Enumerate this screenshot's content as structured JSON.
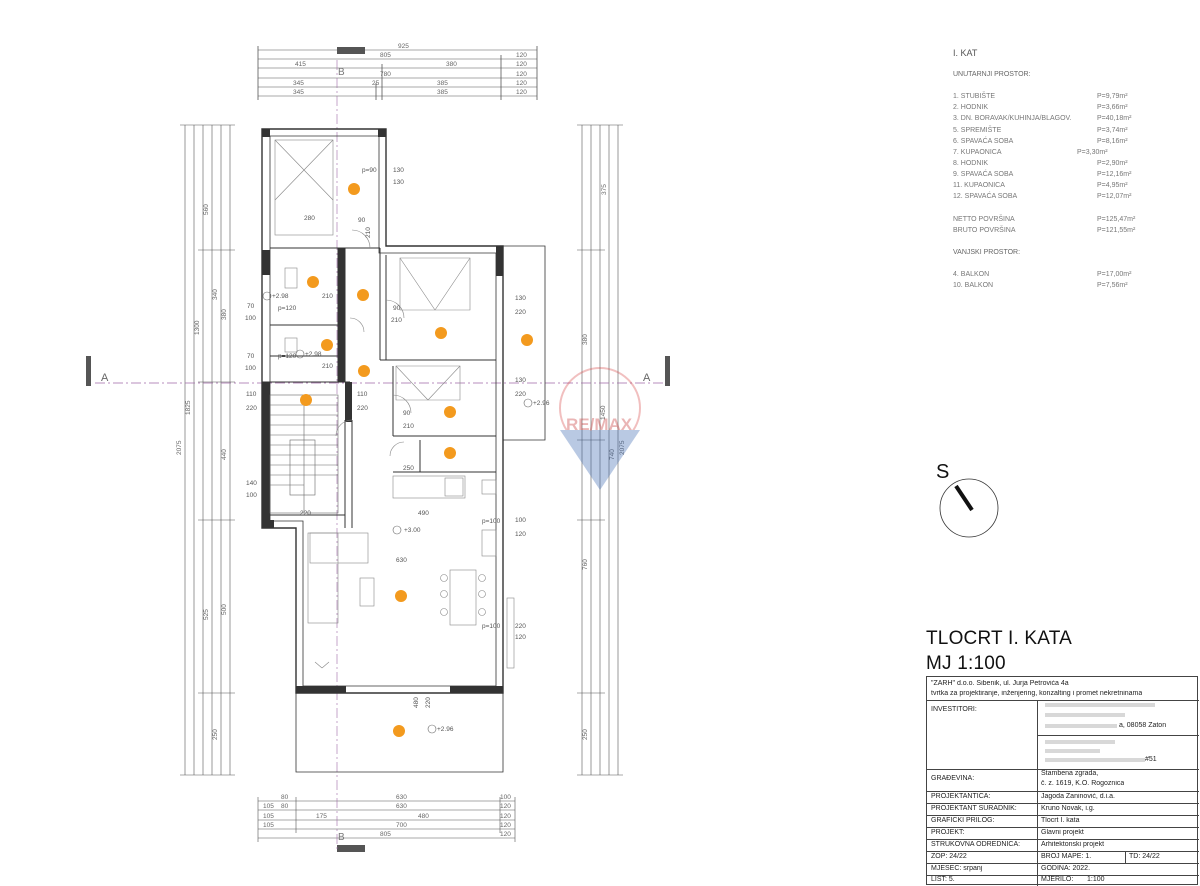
{
  "plan": {
    "section_left": "A",
    "section_right": "A",
    "section_top": "B",
    "section_bottom": "B",
    "top_dims": {
      "row1": [
        "925"
      ],
      "row2": [
        "805",
        "120"
      ],
      "row3": [
        "415",
        "380",
        "120"
      ],
      "row4": [
        "780",
        "120"
      ],
      "row5": [
        "345",
        "25",
        "385",
        "120"
      ],
      "row6": [
        "345",
        "385",
        "120"
      ]
    },
    "bottom_dims": {
      "row1": [
        "80",
        "630",
        "100"
      ],
      "row2": [
        "105",
        "80",
        "630",
        "120"
      ],
      "row3": [
        "105",
        "175",
        "480",
        "120"
      ],
      "row4": [
        "105",
        "700",
        "120"
      ],
      "row5": [
        "805",
        "120"
      ]
    },
    "left_dims": [
      "560",
      "1300",
      "1825",
      "2075",
      "525",
      "340",
      "380",
      "440",
      "500",
      "250"
    ],
    "right_dims": [
      "375",
      "380",
      "1450",
      "2075",
      "740",
      "760",
      "250"
    ],
    "labels": {
      "door_p90": "p=90",
      "d130a": "130",
      "d130b": "130",
      "d280": "280",
      "d90a": "90",
      "d210a": "210",
      "d70a": "70",
      "d100a": "100",
      "d70b": "70",
      "d100b": "100",
      "p120a": "p=120",
      "p120b": "p=120",
      "lev298a": "+2.98",
      "lev298b": "+2.98",
      "d210b": "210",
      "d210c": "210",
      "d90b": "90",
      "d210d": "210",
      "d130c": "130",
      "d220a": "220",
      "d110a": "110",
      "d220b": "220",
      "d110b": "110",
      "d220c": "220",
      "d90c": "90",
      "d210e": "210",
      "d130d": "130",
      "d220d": "220",
      "lev296a": "+2.96",
      "d250": "250",
      "d140": "140",
      "d100c": "100",
      "d220e": "220",
      "d490": "490",
      "p100a": "p=100",
      "d100d": "100",
      "d120a": "120",
      "lev300": "+3.00",
      "d630": "630",
      "p100b": "p=100",
      "d220f": "220",
      "d120b": "120",
      "d480": "480",
      "d220g": "220",
      "lev296b": "+2.96"
    }
  },
  "legend": {
    "floor_title": "I. KAT",
    "interior_heading": "UNUTARNJI PROSTOR:",
    "rooms": [
      {
        "name": "1. STUBIŠTE",
        "area": "P=9,79m²"
      },
      {
        "name": "2. HODNIK",
        "area": "P=3,66m²"
      },
      {
        "name": "3. DN. BORAVAK/KUHINJA/BLAGOV.",
        "area": "P=40,18m²"
      },
      {
        "name": "5. SPREMIŠTE",
        "area": "P=3,74m²"
      },
      {
        "name": "6. SPAVAĆA SOBA",
        "area": "P=8,16m²"
      },
      {
        "name": "7. KUPAONICA",
        "area": "P=3,30m²"
      },
      {
        "name": "8. HODNIK",
        "area": "P=2,90m²"
      },
      {
        "name": "9. SPAVAĆA SOBA",
        "area": "P=12,16m²"
      },
      {
        "name": "11. KUPAONICA",
        "area": "P=4,95m²"
      },
      {
        "name": "12. SPAVAĆA SOBA",
        "area": "P=12,07m²"
      }
    ],
    "totals": [
      {
        "name": "NETTO POVRŠINA",
        "area": "P=125,47m²"
      },
      {
        "name": "BRUTO POVRŠINA",
        "area": "P=121,55m²"
      }
    ],
    "exterior_heading": "VANJSKI PROSTOR:",
    "exterior": [
      {
        "name": "4. BALKON",
        "area": "P=17,00m²"
      },
      {
        "name": "10. BALKON",
        "area": "P=7,56m²"
      }
    ]
  },
  "north_letter": "S",
  "watermark_text": "RE/MAX",
  "title": {
    "line1": "TLOCRT I. KATA",
    "line2": "MJ 1:100"
  },
  "title_block": {
    "firm_line1": "\"ZARH\" d.o.o. Šibenik, ul. Jurja Petrovića 4a",
    "firm_line2": "tvrtka za projektiranje, inženjering, konzalting i promet nekretninama",
    "investitori_label": "INVESTITORI:",
    "investitori_value_partial": "a, 08058 Zaton",
    "investitori_value2_partial": "#51",
    "gradevina_label": "GRAĐEVINA:",
    "gradevina_value1": "Stambena zgrada,",
    "gradevina_value2": "č. z. 1619, K.O. Rogoznica",
    "projektantica_label": "PROJEKTANTICA:",
    "projektantica_value": "Jagoda Zaninović, d.i.a.",
    "suradnik_label": "PROJEKTANT SURADNIK:",
    "suradnik_value": "Kruno Novak, i.g.",
    "prilog_label": "GRAFIČKI PRILOG:",
    "prilog_value": "Tlocrt I. kata",
    "projekt_label": "PROJEKT:",
    "projekt_value": "Glavni projekt",
    "struka_label": "STRUKOVNA ODREDNICA:",
    "struka_value": "Arhitektonski projekt",
    "zop": "ZOP: 24/22",
    "broj_mape": "BROJ MAPE: 1.",
    "td": "TD: 24/22",
    "mjesec": "MJESEC: srpanj",
    "godina": "GODINA: 2022.",
    "list": "LIST: 5.",
    "mjerilo": "MJERILO:",
    "mjerilo_value": "1:100"
  }
}
